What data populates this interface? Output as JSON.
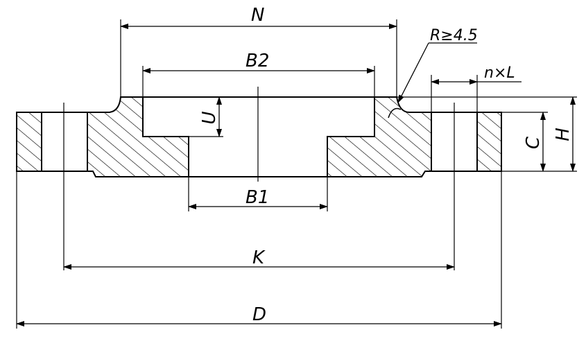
{
  "labels": {
    "N": "N",
    "B2": "B2",
    "B1": "B1",
    "K": "K",
    "D": "D",
    "U": "U",
    "C": "C",
    "H": "H",
    "R": "R≥4.5",
    "nL": "n×L"
  }
}
